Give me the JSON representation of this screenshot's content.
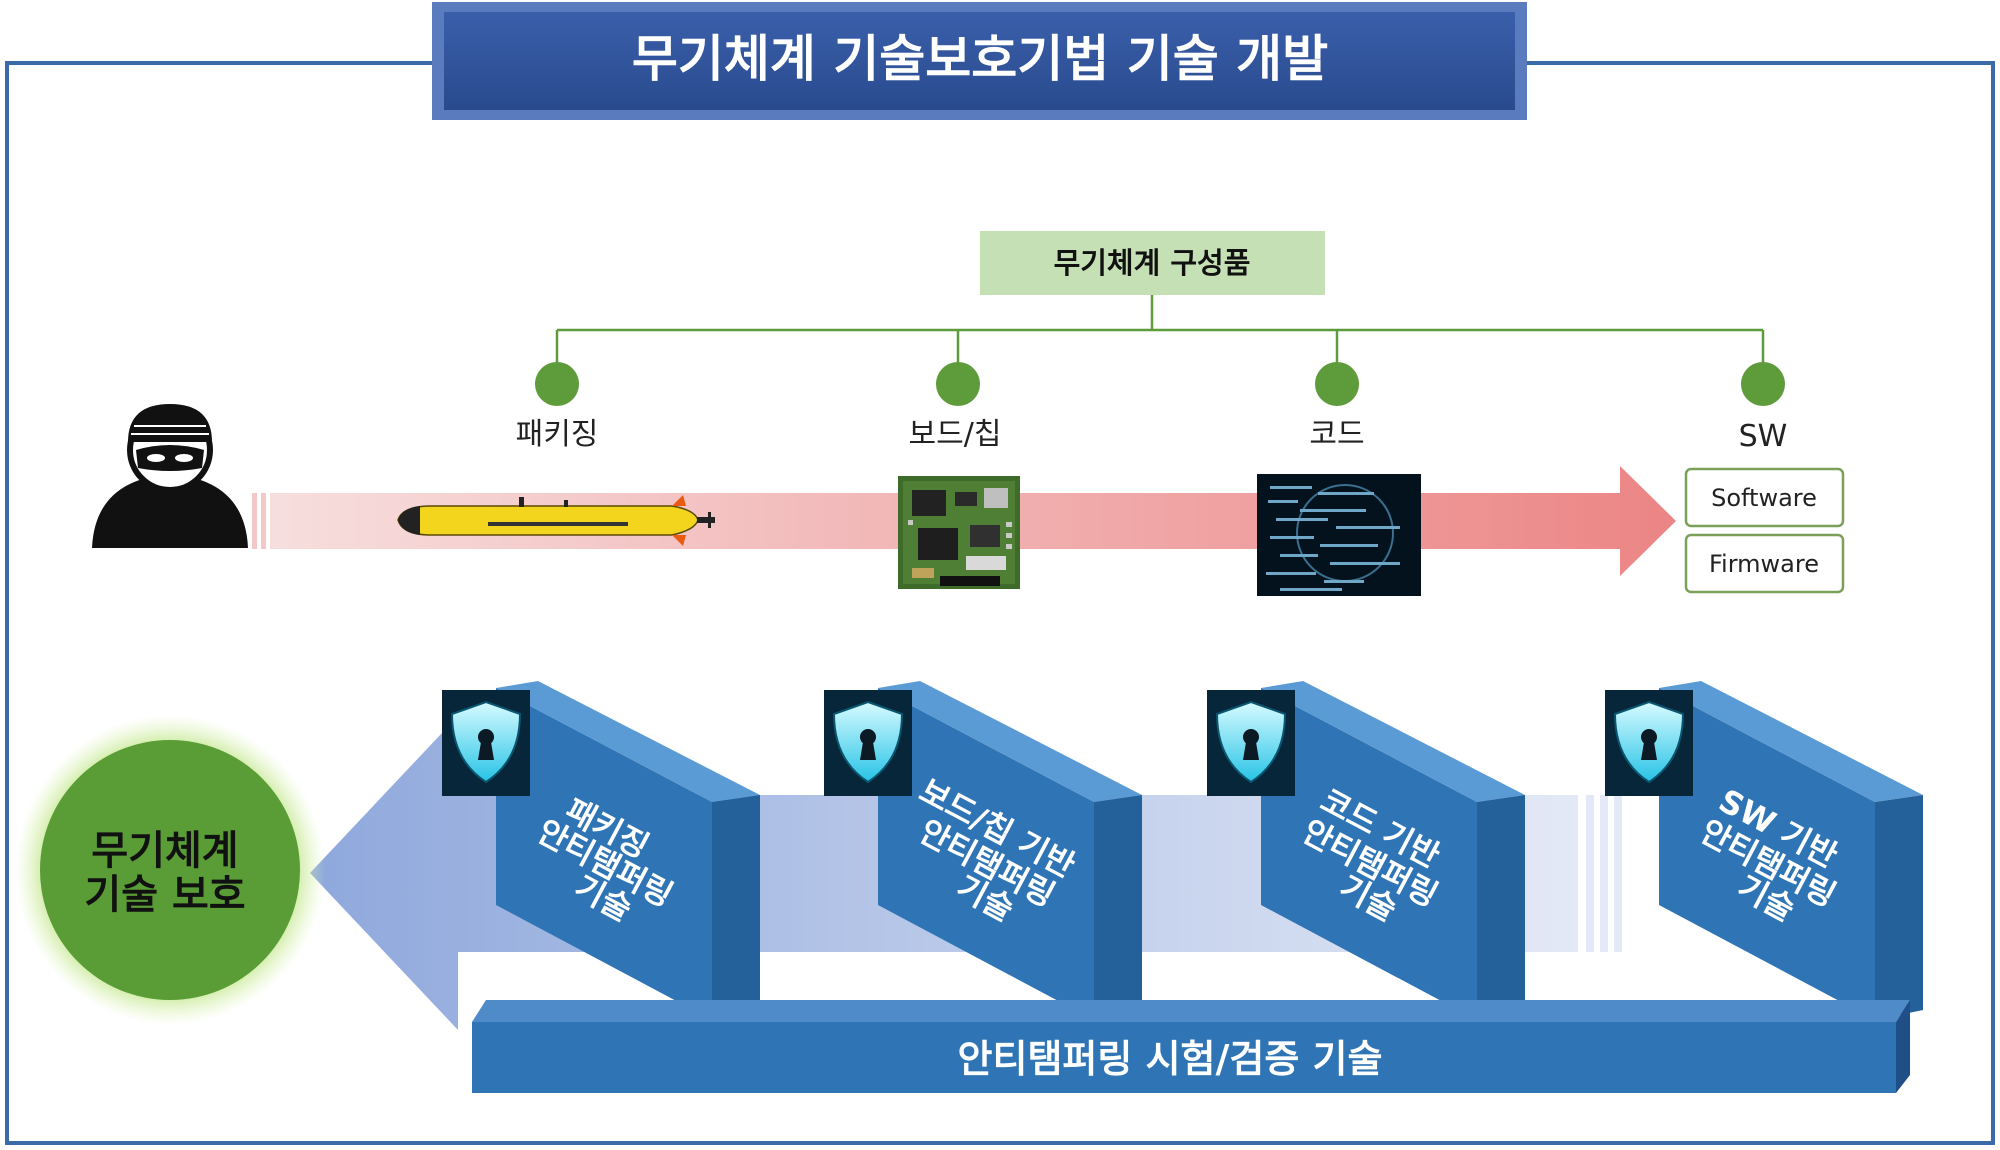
{
  "title": "무기체계 기술보호기법 기술 개발",
  "colors": {
    "border": "#3b6aa8",
    "title_bg": "#2e4f96",
    "green_box": "#c5e0b4",
    "node_green": "#5e9b3a",
    "arrow_red": "#ec8a8a",
    "block_blue": "#2f75b5",
    "arrow_blue": "#8fa9dc",
    "circle_green": "#5a9c35"
  },
  "tree": {
    "root": "무기체계 구성품",
    "nodes": [
      {
        "label": "패키징"
      },
      {
        "label": "보드/칩"
      },
      {
        "label": "코드"
      },
      {
        "label": "SW"
      }
    ],
    "sw_items": [
      "Software",
      "Firmware"
    ]
  },
  "images": {
    "hacker": "hacker-icon",
    "uuv": "underwater-vehicle-image",
    "board": "circuit-board-image",
    "code": "code-screen-image",
    "shield": "shield-keyhole-icon"
  },
  "blocks": [
    {
      "lines": [
        "패키징",
        "안티탬퍼링",
        "기술"
      ]
    },
    {
      "lines": [
        "보드/칩 기반",
        "안티탬퍼링",
        "기술"
      ]
    },
    {
      "lines": [
        "코드 기반",
        "안티탬퍼링",
        "기술"
      ]
    },
    {
      "lines": [
        "SW 기반",
        "안티탬퍼링",
        "기술"
      ]
    }
  ],
  "goal": {
    "lines": [
      "무기체계",
      "기술 보호"
    ]
  },
  "base_bar": "안티탬퍼링 시험/검증 기술"
}
